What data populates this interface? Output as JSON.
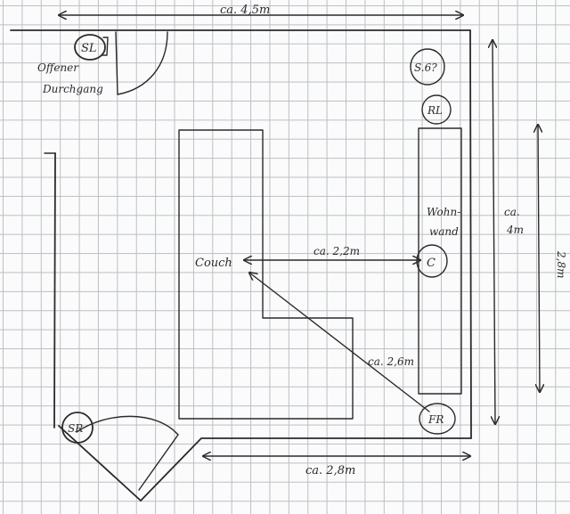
{
  "title": "",
  "measurements": {
    "top_width": "ca. 4,5m",
    "right_height": "ca.\n4m",
    "right_height_line1": "ca.",
    "right_height_line2": "4m",
    "side_height": "2,8m",
    "bottom_width": "ca. 2,8m",
    "couch_to_c": "ca. 2,2m",
    "diagonal": "ca. 2,6m"
  },
  "labels": {
    "couch": "Couch",
    "wall_unit_line1": "Wohn-",
    "wall_unit_line2": "wand",
    "open_passage_line1": "Offener",
    "open_passage_line2": "Durchgang"
  },
  "speakers": {
    "sl": "SL",
    "sub": "S.6?",
    "rl": "RL",
    "c": "C",
    "sr": "SR",
    "fr": "FR"
  }
}
